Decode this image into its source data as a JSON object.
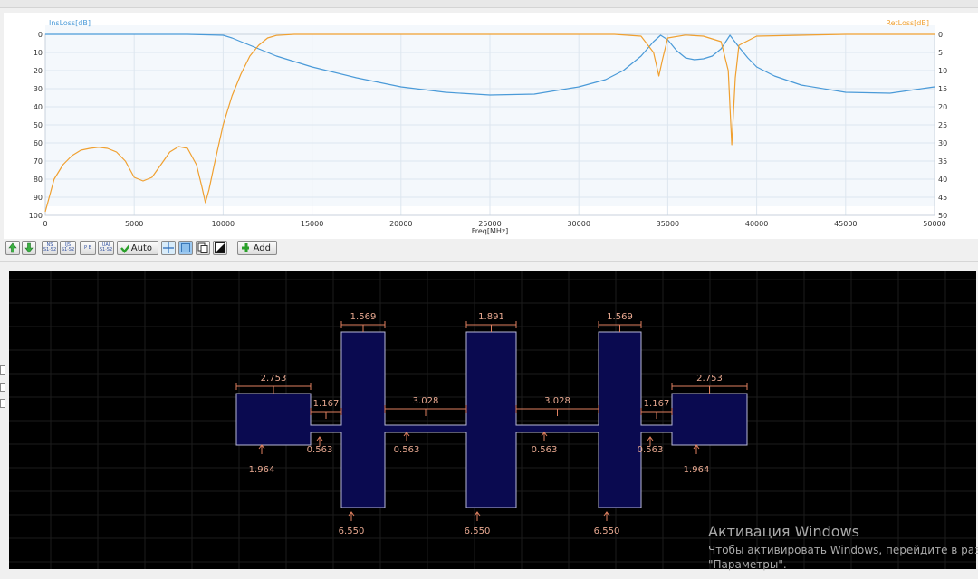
{
  "chart_data": {
    "type": "line",
    "xlabel": "Freq[MHz]",
    "ylabel_left": "InsLoss[dB]",
    "ylabel_right": "RetLoss[dB]",
    "xlim": [
      0,
      50000
    ],
    "ylim_left": [
      0,
      100
    ],
    "ylim_right": [
      0,
      50
    ],
    "y_inverted": true,
    "grid": true,
    "x_ticks": [
      "0",
      "5000",
      "10000",
      "15000",
      "20000",
      "25000",
      "30000",
      "35000",
      "40000",
      "45000",
      "50000"
    ],
    "y_left_ticks": [
      "0",
      "10",
      "20",
      "30",
      "40",
      "50",
      "60",
      "70",
      "80",
      "90",
      "100"
    ],
    "y_right_ticks": [
      "0",
      "5",
      "10",
      "15",
      "20",
      "25",
      "30",
      "35",
      "40",
      "45",
      "50"
    ],
    "series": [
      {
        "name": "InsLoss[dB]",
        "axis": "left",
        "color": "#4a9ad8",
        "x": [
          0,
          4000,
          8000,
          10000,
          10500,
          11000,
          11500,
          12000,
          12500,
          13000,
          14000,
          15000,
          17500,
          20000,
          22500,
          25000,
          27500,
          30000,
          31500,
          32500,
          33500,
          34200,
          34600,
          35000,
          35500,
          36000,
          36500,
          37000,
          37500,
          38000,
          38500,
          39000,
          39500,
          40000,
          41000,
          42500,
          45000,
          47500,
          50000
        ],
        "y": [
          0,
          0,
          0,
          0.5,
          2,
          4,
          6,
          8,
          10,
          12,
          15,
          18,
          24,
          29,
          32,
          33.5,
          33,
          29,
          25,
          20,
          12,
          4,
          0.5,
          3,
          9,
          13,
          14,
          13.5,
          12,
          8,
          0.5,
          7,
          13,
          18,
          23,
          28,
          32,
          32.5,
          29
        ]
      },
      {
        "name": "RetLoss[dB]",
        "axis": "right",
        "color": "#f0a030",
        "x": [
          0,
          500,
          1000,
          1500,
          2000,
          2500,
          3000,
          3500,
          4000,
          4500,
          5000,
          5500,
          6000,
          6500,
          7000,
          7500,
          8000,
          8500,
          8800,
          9000,
          9200,
          9500,
          10000,
          10500,
          11000,
          11500,
          12000,
          12500,
          13000,
          14000,
          15000,
          20000,
          25000,
          30000,
          32000,
          33500,
          34200,
          34500,
          34700,
          35000,
          36000,
          37000,
          38000,
          38400,
          38600,
          38800,
          39000,
          40000,
          45000,
          50000
        ],
        "y": [
          49,
          40,
          36,
          33.5,
          32,
          31.5,
          31.2,
          31.5,
          32.5,
          35,
          39.5,
          40.5,
          39.5,
          36,
          32.5,
          31,
          31.5,
          36,
          42,
          46.5,
          43,
          36,
          25,
          17,
          11,
          6,
          3,
          1,
          0.3,
          0,
          0,
          0,
          0,
          0,
          0,
          0.5,
          5,
          11.5,
          7,
          1,
          0.2,
          0.5,
          2,
          10,
          30.5,
          12,
          3,
          0.5,
          0,
          0
        ]
      }
    ]
  },
  "toolbar": {
    "btn_mirror_label": "",
    "btn_ns_label": "NS",
    "btn_ns_sub": "S1·S2",
    "btn_ijs_label": "IJS",
    "btn_ijs_sub": "S1·S2",
    "btn_pb_label": "P B",
    "btn_pb_sub": "",
    "btn_ua_label": "UAI",
    "btn_ua_sub": "S1·S2",
    "auto_label": "Auto",
    "add_label": "Add"
  },
  "layout": {
    "stub_widths": [
      "1.569",
      "1.891",
      "1.569"
    ],
    "stub_lengths": [
      "6.550",
      "6.550",
      "6.550"
    ],
    "port_widths": [
      "2.753",
      "2.753"
    ],
    "port_heights": [
      "1.964",
      "1.964"
    ],
    "line_lengths_short": [
      "1.167",
      "1.167"
    ],
    "line_lengths_long": [
      "3.028",
      "3.028"
    ],
    "line_widths": [
      "0.563",
      "0.563",
      "0.563",
      "0.563"
    ],
    "fill_color": "#0a0a50",
    "outline_color": "#b8b8d8",
    "dim_color": "#e08060"
  },
  "watermark": {
    "title": "Активация Windows",
    "subtitle": "Чтобы активировать Windows, перейдите в раздел",
    "subtitle2": "\"Параметры\"."
  }
}
